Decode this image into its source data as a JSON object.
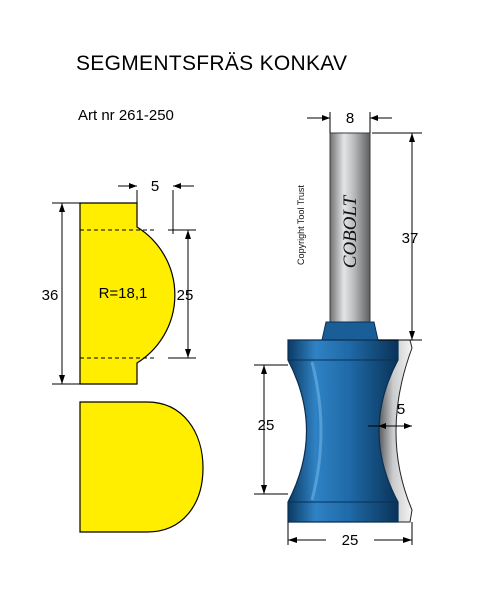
{
  "header": {
    "title": "SEGMENTSFRÄS KONKAV",
    "art_nr": "Art nr 261-250"
  },
  "profile": {
    "radius_label": "R=18,1",
    "dim_depth": "5",
    "dim_total_height": "36",
    "dim_arc_height": "25"
  },
  "cutter": {
    "brand": "COBOLT",
    "copyright": "Copyright Tool Trust",
    "dim_shank_diameter": "8",
    "dim_shank_length": "37",
    "dim_cut_height": "25",
    "dim_depth": "5",
    "dim_diameter": "25"
  },
  "colors": {
    "profile_fill": "#ffee00",
    "cutter_blue": "#1e6aa6",
    "cutter_dark": "#0c3d66",
    "shank_gray": "#a8aaac"
  }
}
